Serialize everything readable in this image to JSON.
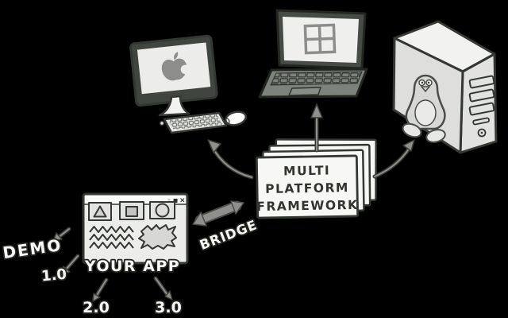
{
  "colors": {
    "background": "#000000",
    "outline": "#343833",
    "light_fill": "#e8e8e6",
    "white_fill": "#f7f7f5",
    "screen_fill": "#eeeeec",
    "logo_gray": "#8d8d8b",
    "arrow_gray": "#8f8f8d"
  },
  "framework": {
    "card_count": 4,
    "lines": [
      "MULTI",
      "PLATFORM",
      "FRAMEWORK"
    ]
  },
  "bridge": {
    "label": "BRIDGE"
  },
  "app": {
    "label": "YOUR APP",
    "versions": {
      "demo": "DEMO",
      "v1": "1.0",
      "v2": "2.0",
      "v3": "3.0"
    },
    "window_controls": {
      "minimize": "–",
      "maximize": "■",
      "close": "×"
    }
  },
  "platforms": [
    {
      "id": "mac",
      "icon": "apple-logo"
    },
    {
      "id": "windows",
      "icon": "windows-logo"
    },
    {
      "id": "linux",
      "icon": "tux-logo"
    }
  ]
}
